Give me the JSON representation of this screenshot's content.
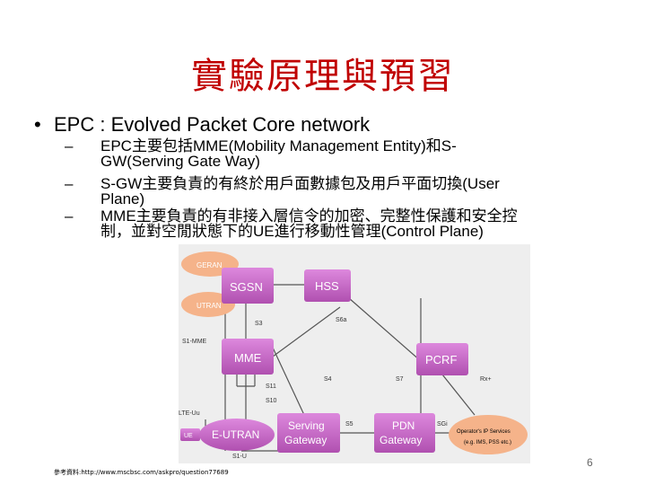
{
  "slide": {
    "title": "實驗原理與預習",
    "bullet": "EPC : Evolved Packet Core network",
    "sub_bullets": [
      {
        "line1": "EPC主要包括MME(Mobility Management Entity)和S-",
        "line2": "GW(Serving Gate Way)"
      },
      {
        "line1": "S-GW主要負責的有終於用戶面數據包及用戶平面切換(User",
        "line2": "Plane)"
      },
      {
        "line1": "MME主要負責的有非接入層信令的加密、完整性保護和安全控",
        "line2": "制，並對空閒狀態下的UE進行移動性管理(Control Plane)"
      }
    ],
    "bullet_marker": "•",
    "dash_marker": "–",
    "source": "參考資料:http://www.mscbsc.com/askpro/question77689",
    "page_number": "6"
  },
  "diagram": {
    "nodes": {
      "geran": "GERAN",
      "utran": "UTRAN",
      "sgsn": "SGSN",
      "hss": "HSS",
      "mme": "MME",
      "pcrf": "PCRF",
      "ue": "UE",
      "eutran": "E-UTRAN",
      "serving_gateway_1": "Serving",
      "serving_gateway_2": "Gateway",
      "pdn_gateway_1": "PDN",
      "pdn_gateway_2": "Gateway",
      "ip_services_1": "Operator's IP Services",
      "ip_services_2": "(e.g. IMS, PSS etc.)"
    },
    "interfaces": {
      "s3": "S3",
      "s6a": "S6a",
      "s1_mme": "S1-MME",
      "s4": "S4",
      "s11": "S11",
      "s10": "S10",
      "s7": "S7",
      "rx": "Rx+",
      "lte_uu": "LTE-Uu",
      "s5": "S5",
      "sgi": "SGi",
      "s1_u": "S1-U"
    },
    "colors": {
      "node_fill": "#cc66cc",
      "node_text": "#ffffff",
      "line": "#555555",
      "cloud": "#f5b38a",
      "background": "#eeeeee"
    }
  }
}
